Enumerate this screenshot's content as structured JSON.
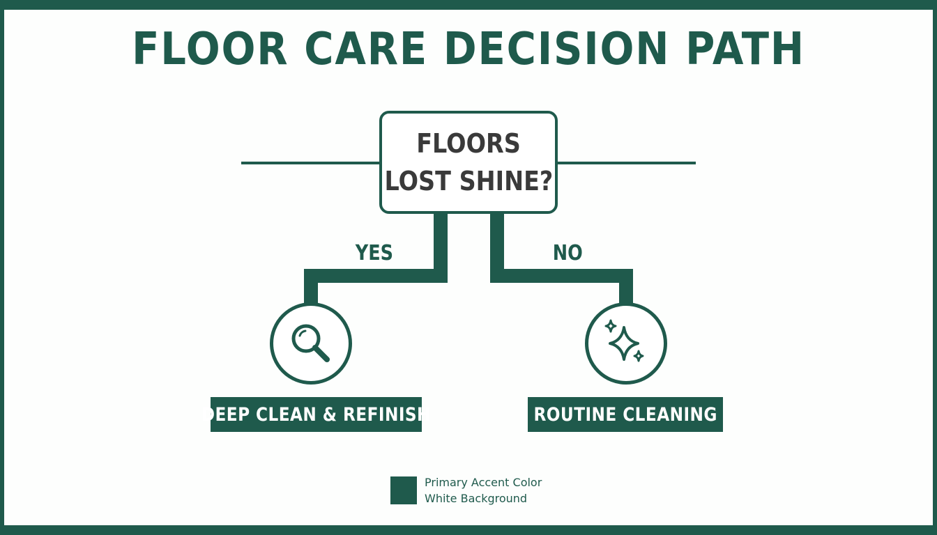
{
  "title": "FLOOR CARE DECISION PATH",
  "question": {
    "line1": "FLOORS",
    "line2": "LOST SHINE?"
  },
  "branches": {
    "yes": {
      "label": "YES",
      "icon": "magnifying-glass-icon",
      "result": "DEEP CLEAN & REFINISH"
    },
    "no": {
      "label": "NO",
      "icon": "sparkle-icon",
      "result": "ROUTINE CLEANING"
    }
  },
  "legend": {
    "items": [
      "Primary Accent Color",
      "White Background"
    ]
  },
  "colors": {
    "accent": "#1f5a4c",
    "background": "#ffffff",
    "question_text": "#3a3a3a"
  }
}
